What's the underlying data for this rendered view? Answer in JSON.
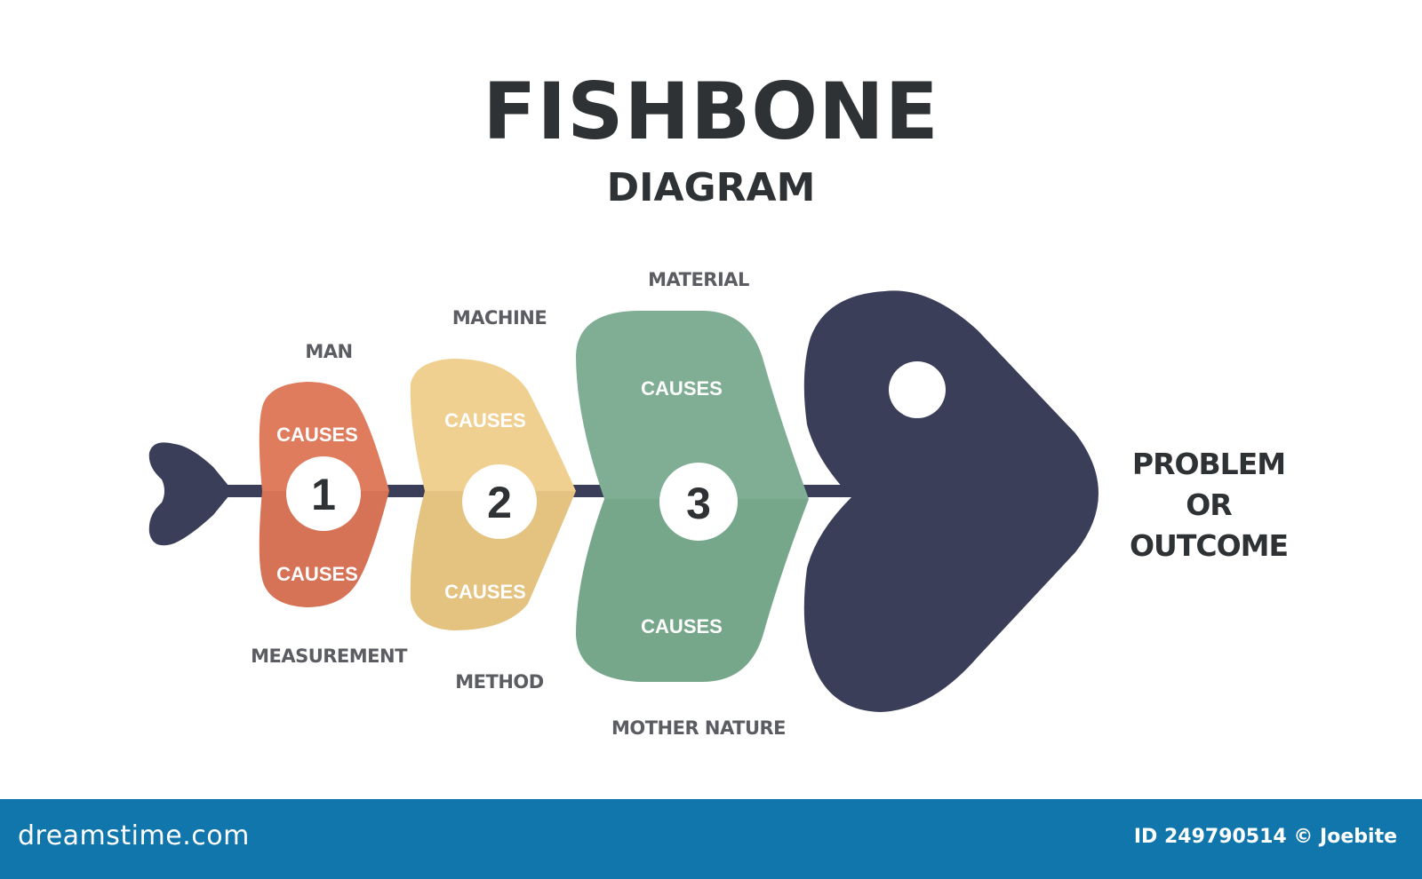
{
  "title": {
    "main": "FISHBONE",
    "sub": "DIAGRAM"
  },
  "segments": [
    {
      "number": "1",
      "upper_text": "CAUSES",
      "lower_text": "CAUSES",
      "upper_category": "MAN",
      "lower_category": "MEASUREMENT",
      "color": "#e07c5e",
      "color_lower": "#d67256"
    },
    {
      "number": "2",
      "upper_text": "CAUSES",
      "lower_text": "CAUSES",
      "upper_category": "MACHINE",
      "lower_category": "METHOD",
      "color": "#f0d090",
      "color_lower": "#e4c280"
    },
    {
      "number": "3",
      "upper_text": "CAUSES",
      "lower_text": "CAUSES",
      "upper_category": "MATERIAL",
      "lower_category": "MOTHER NATURE",
      "color": "#7fae94",
      "color_lower": "#76a78b"
    }
  ],
  "outcome": {
    "line1": "PROBLEM",
    "line2": "OR",
    "line3": "OUTCOME"
  },
  "colors": {
    "spine": "#3b3e58",
    "head": "#3b3e58",
    "text_dark": "#2f3234",
    "label_gray": "#5b5d62",
    "footer": "#1176ac"
  },
  "footer": {
    "brand": "dreamstime.com",
    "stock_id": "ID 249790514 © Joebite"
  }
}
